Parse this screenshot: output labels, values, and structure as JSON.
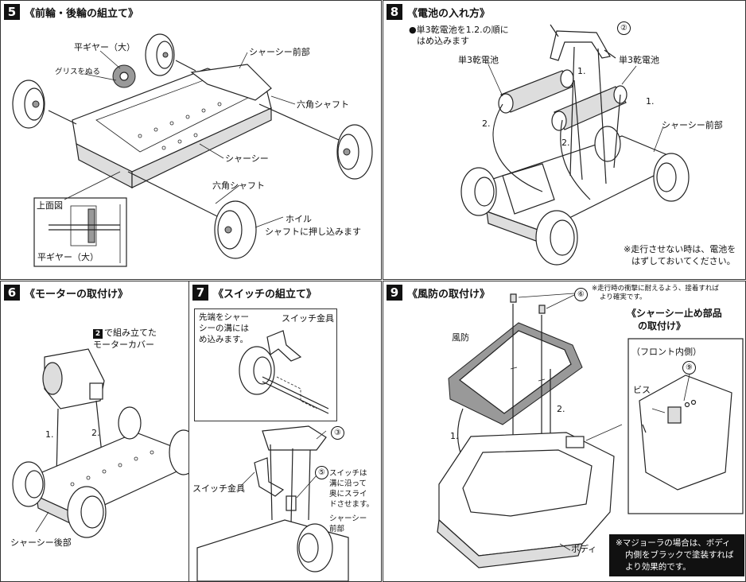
{
  "step5": {
    "num": "5",
    "title": "《前輪・後輪の組立て》",
    "labels": {
      "gear_large": "平ギヤー（大）",
      "grease": "グリスをぬる",
      "chassis_front": "シャーシー前部",
      "hex_shaft_1": "六角シャフト",
      "chassis": "シャーシー",
      "hex_shaft_2": "六角シャフト",
      "top_view": "上面図",
      "gear_large_2": "平ギヤー（大）",
      "wheel": "ホイル",
      "wheel_note": "シャフトに押し込みます"
    }
  },
  "step8": {
    "num": "8",
    "title": "《電池の入れ方》",
    "bullet": "●単3乾電池を1.2.の順に",
    "bullet2": "はめ込みます",
    "circ2": "②",
    "battery_left": "単3乾電池",
    "battery_right": "単3乾電池",
    "n1a": "1.",
    "n1b": "1.",
    "n2a": "2.",
    "n2b": "2.",
    "chassis_front": "シャーシー前部",
    "note1": "※走行させない時は、電池を",
    "note2": "はずしておいてください。"
  },
  "step6": {
    "num": "6",
    "title": "《モーターの取付け》",
    "badge": "2",
    "cover1": "で組み立てた",
    "cover2": "モーターカバー",
    "n1": "1.",
    "n2": "2.",
    "chassis_rear": "シャーシー後部"
  },
  "step7": {
    "num": "7",
    "title": "《スイッチの組立て》",
    "tip1": "先端をシャー",
    "tip2": "シーの溝には",
    "tip3": "め込みます。",
    "switch_metal_top": "スイッチ金具",
    "circ3": "③",
    "switch_metal": "スイッチ金具",
    "circ5": "⑤",
    "slide1": "スイッチは",
    "slide2": "溝に沿って",
    "slide3": "奥にスライ",
    "slide4": "ドさせます。",
    "chassis_front1": "シャーシー",
    "chassis_front2": "前部"
  },
  "step9": {
    "num": "9",
    "title": "《風防の取付け》",
    "note1": "※走行時の衝撃に耐えるよう、接着すれば",
    "note2": "より確実です。",
    "circ6": "⑥",
    "windshield": "風防",
    "n1": "1.",
    "n2": "2.",
    "body": "ボディ",
    "sub_title1": "《シャーシー止め部品",
    "sub_title2": "の取付け》",
    "front_inside": "（フロント内側）",
    "circ9": "⑨",
    "screw": "ビス",
    "bottom1": "※マジョーラの場合は、ボディ",
    "bottom2": "内側をブラックで塗装すれば",
    "bottom3": "より効果的です。"
  }
}
